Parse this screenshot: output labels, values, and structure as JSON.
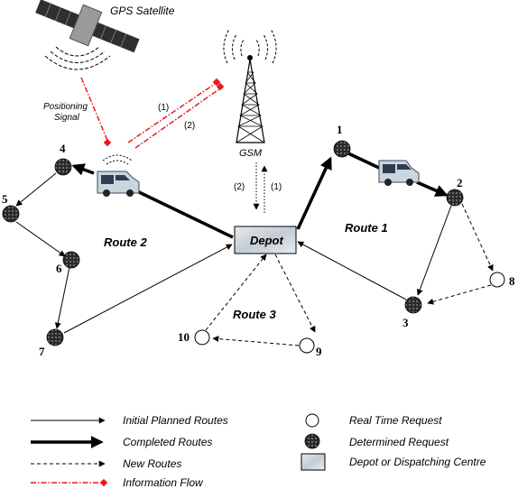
{
  "satellite": {
    "label": "GPS Satellite"
  },
  "positioning": {
    "line1": "Positioning",
    "line2": "Signal"
  },
  "info_flow_tags": {
    "first": "(1)",
    "second": "(2)"
  },
  "gsm": {
    "label": "GSM",
    "tag_left": "(2)",
    "tag_right": "(1)"
  },
  "depot": {
    "label": "Depot"
  },
  "routes": {
    "route1": "Route 1",
    "route2": "Route 2",
    "route3": "Route 3"
  },
  "nodes": {
    "n1": "1",
    "n2": "2",
    "n3": "3",
    "n4": "4",
    "n5": "5",
    "n6": "6",
    "n7": "7",
    "n8": "8",
    "n9": "9",
    "n10": "10"
  },
  "legend": {
    "initial": "Initial Planned Routes",
    "completed": "Completed Routes",
    "new": "New Routes",
    "info": "Information Flow",
    "realtime": "Real Time Request",
    "determined": "Determined Request",
    "depot": "Depot or Dispatching Centre"
  },
  "colors": {
    "info_flow": "#e8191d",
    "line": "#000000",
    "depot_fill": "#cfd8e0"
  }
}
